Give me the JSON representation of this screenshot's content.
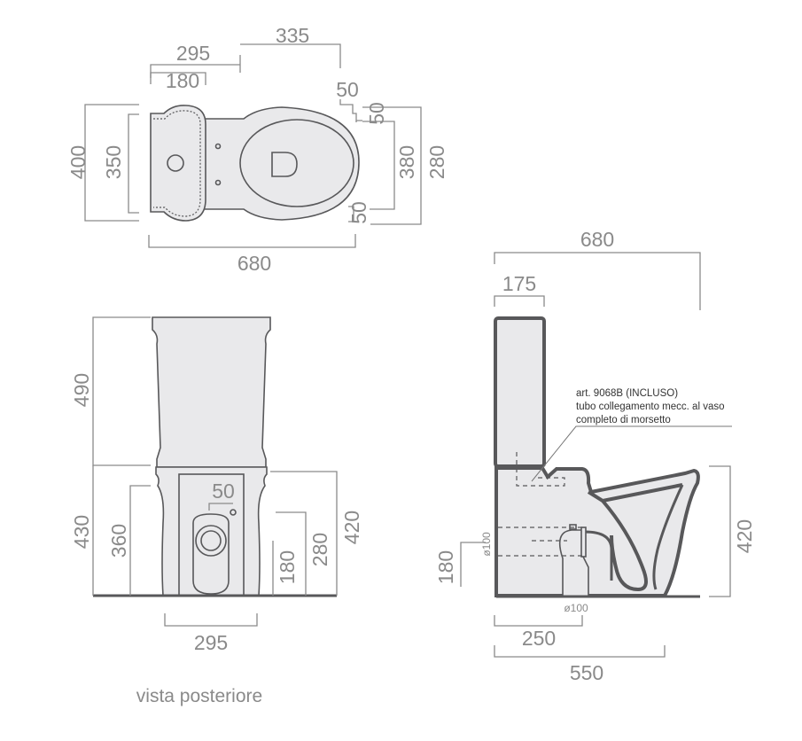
{
  "top_view": {
    "dims": {
      "d295": "295",
      "d335": "335",
      "d180": "180",
      "d50a": "50",
      "d50b": "50",
      "d380": "380",
      "d280": "280",
      "d400": "400",
      "d350": "350",
      "d680": "680",
      "d50c": "50"
    }
  },
  "rear_view": {
    "dims": {
      "d490": "490",
      "d430": "430",
      "d360": "360",
      "d50": "50",
      "d180": "180",
      "d280": "280",
      "d420": "420",
      "d295": "295"
    },
    "caption": "vista posteriore"
  },
  "side_view": {
    "dims": {
      "d680": "680",
      "d175": "175",
      "d420": "420",
      "d180": "180",
      "d250": "250",
      "d550": "550",
      "dia_v": "ø100",
      "dia_h": "ø100"
    },
    "note": [
      "art. 9068B  (INCLUSO)",
      "tubo collegamento mecc. al vaso",
      "completo di morsetto"
    ]
  },
  "colors": {
    "body": "#e9e9eb",
    "outline": "#58585a",
    "dimension": "#8a8a8a"
  }
}
